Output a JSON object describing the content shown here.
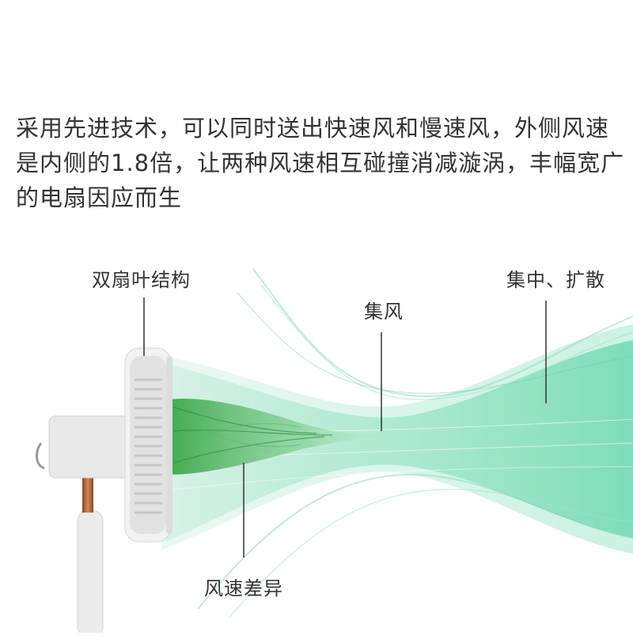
{
  "headline": {
    "line1": "采用先进技术，可以同时送出快速风和慢速风，外侧风速",
    "line2": "是内侧的1.8倍，让两种风速相互碰撞消减漩涡，丰幅宽广",
    "line3": "的电扇因应而生"
  },
  "callouts": {
    "dual_blade": "双扇叶结构",
    "focused_wind": "集风",
    "focus_diffuse": "集中、扩散",
    "speed_difference": "风速差异"
  },
  "colors": {
    "text": "#333333",
    "outer_wind": "#5fd4a8",
    "inner_wind": "#3aa84a",
    "fan_body": "#e6e6e6",
    "copper_pole": "#b5653a"
  },
  "icons": {
    "fan": "electric-fan-illustration"
  }
}
